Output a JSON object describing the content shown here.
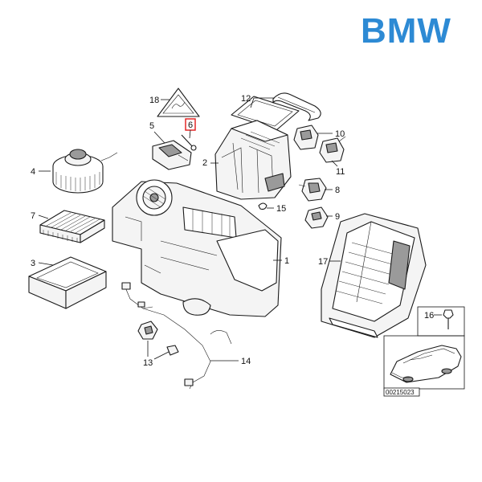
{
  "brand": {
    "name": "BMW",
    "color": "#2d8ad4"
  },
  "diagram_code": "00215023",
  "highlighted_part": "6",
  "callouts": [
    "18",
    "5",
    "6",
    "12",
    "10",
    "2",
    "11",
    "4",
    "8",
    "15",
    "7",
    "9",
    "1",
    "17",
    "3",
    "16",
    "13",
    "14"
  ]
}
